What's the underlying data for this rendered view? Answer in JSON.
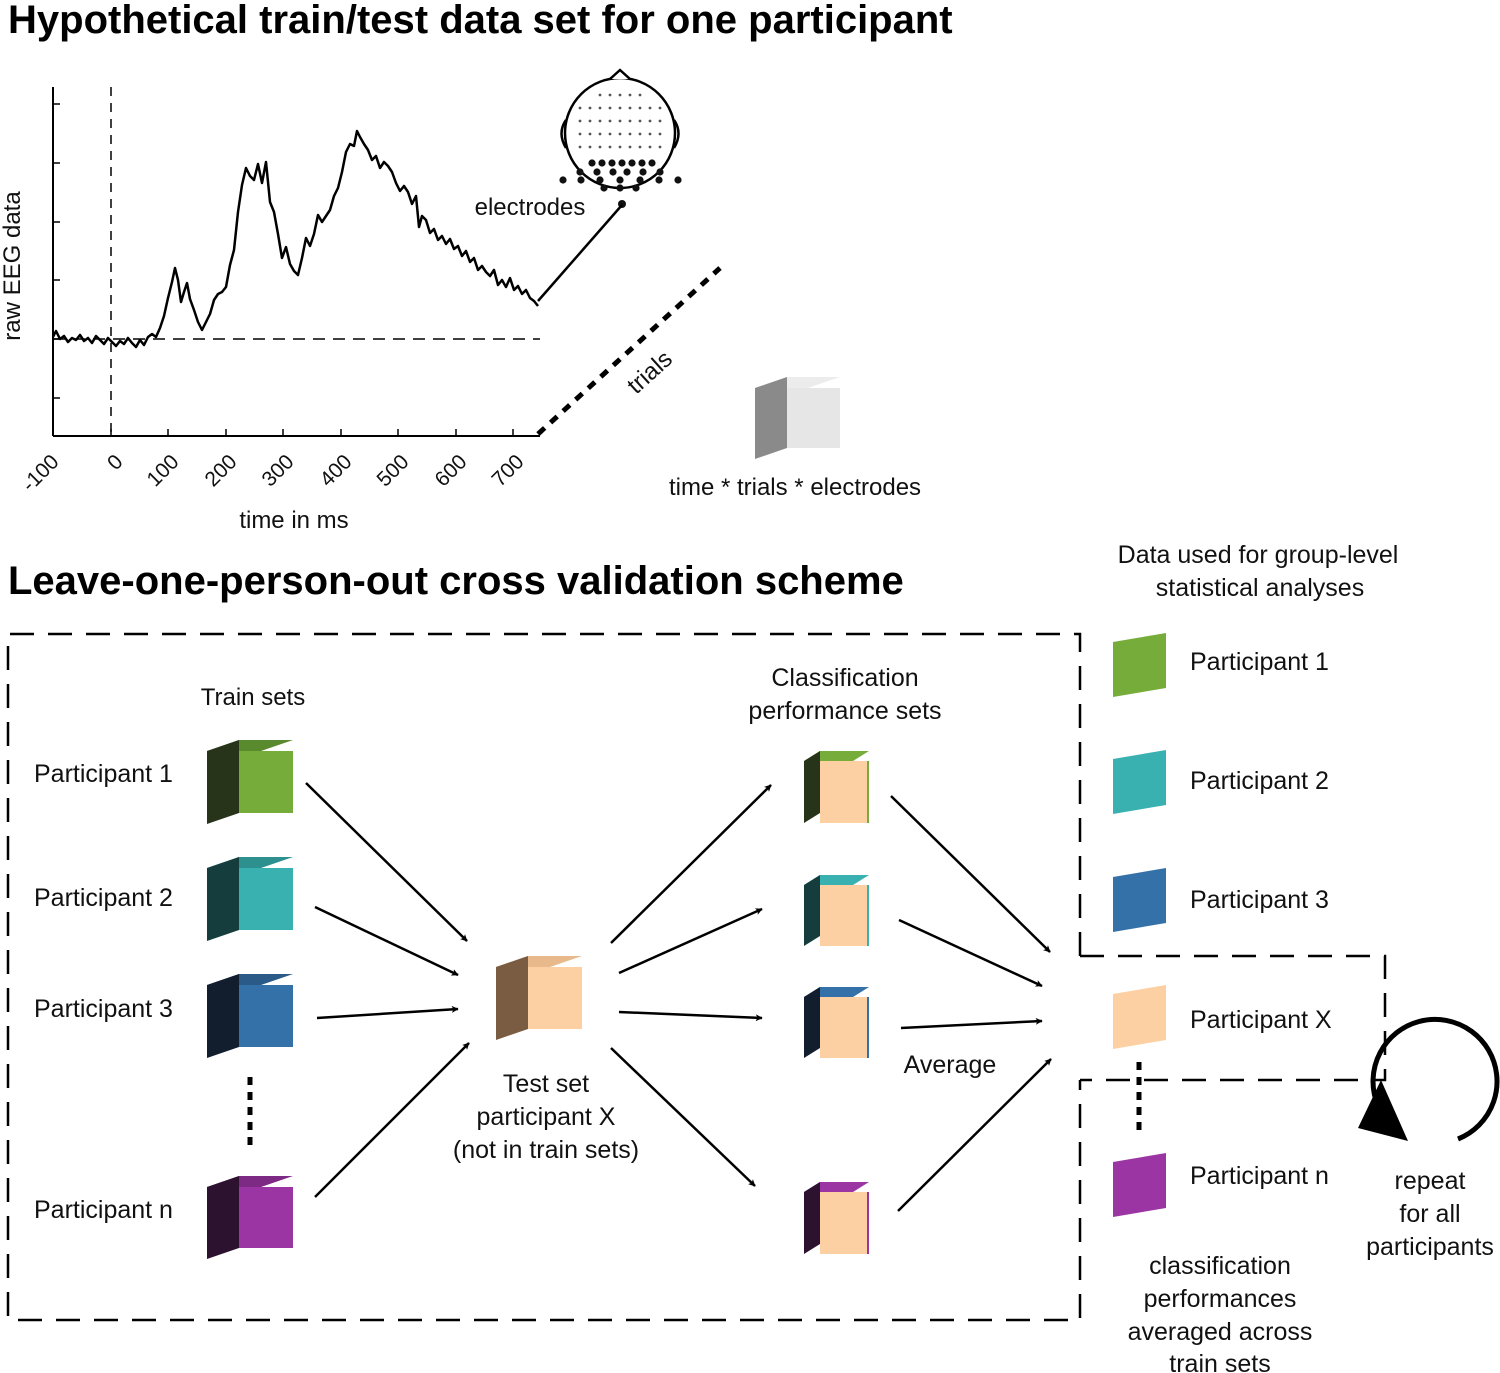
{
  "section1": {
    "title": "Hypothetical train/test data set for one participant",
    "eeg": {
      "ylabel": "raw EEG data",
      "xlabel": "time in ms",
      "x_ticks": [
        "-100",
        "0",
        "100",
        "200",
        "300",
        "400",
        "500",
        "600",
        "700"
      ],
      "electrodes_label": "electrodes",
      "trials_label": "trials",
      "cube_label": "time * trials * electrodes"
    }
  },
  "section2": {
    "title": "Leave-one-person-out cross validation scheme",
    "train_sets_label": "Train sets",
    "participants": [
      {
        "label": "Participant 1",
        "color": "#76ad3a"
      },
      {
        "label": "Participant 2",
        "color": "#38b1b0"
      },
      {
        "label": "Participant 3",
        "color": "#3571a9"
      },
      {
        "label": "Participant n",
        "color": "#9b35a3"
      }
    ],
    "test_set": {
      "line1": "Test set",
      "line2": "participant X",
      "line3": "(not in train sets)",
      "color": "#fdd0a3"
    },
    "classification_label": {
      "line1": "Classification",
      "line2": "performance sets"
    },
    "average_label": "Average",
    "group_level": {
      "title_line1": "Data used for group-level",
      "title_line2": "statistical analyses",
      "items": [
        "Participant 1",
        "Participant 2",
        "Participant 3",
        "Participant X",
        "Participant n"
      ]
    },
    "averaged_note": [
      "classification",
      "performances",
      "averaged across",
      "train sets"
    ],
    "repeat_note": [
      "repeat",
      "for all",
      "participants"
    ]
  }
}
